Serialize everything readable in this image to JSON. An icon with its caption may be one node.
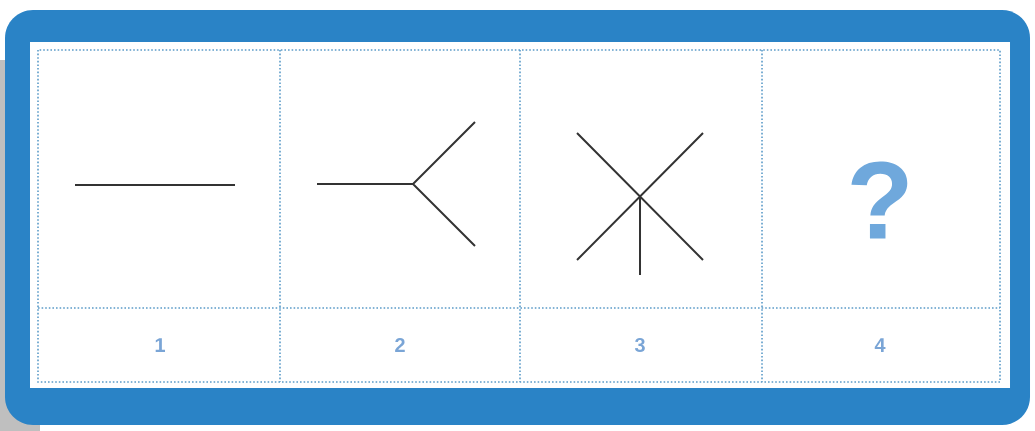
{
  "diagram": {
    "labels": [
      "?",
      "1",
      "2",
      "3",
      "4"
    ]
  }
}
